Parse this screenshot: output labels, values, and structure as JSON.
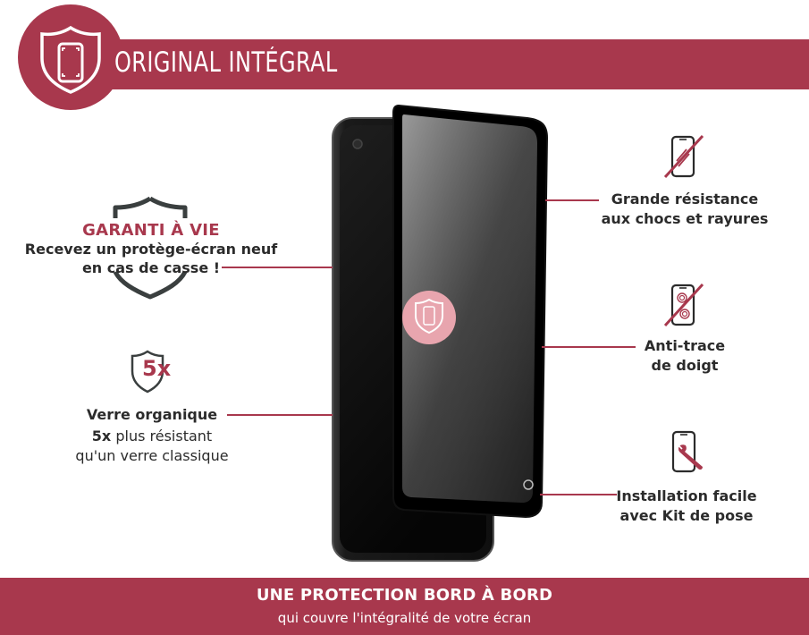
{
  "header": {
    "title": "ORIGINAL INTÉGRAL",
    "icon": "shield-phone-icon"
  },
  "guarantee": {
    "title": "GARANTI À VIE",
    "line1": "Recevez un protège-écran neuf",
    "line2": "en cas de casse !"
  },
  "organic": {
    "badge": "5x",
    "title": "Verre organique",
    "line2_bold": "5x",
    "line2_rest": " plus résistant",
    "line3": "qu'un verre classique"
  },
  "features": [
    {
      "icon": "scratch-phone-icon",
      "line1": "Grande résistance",
      "line2": "aux chocs et rayures"
    },
    {
      "icon": "fingerprint-phone-icon",
      "line1": "Anti-trace",
      "line2": "de doigt"
    },
    {
      "icon": "wrench-phone-icon",
      "line1": "Installation facile",
      "line2": "avec Kit de pose"
    }
  ],
  "footer": {
    "title": "UNE PROTECTION BORD À BORD",
    "subtitle": "qui couvre l'intégralité de votre écran"
  },
  "colors": {
    "brand": "#a8384d",
    "text": "#2b2b2b",
    "shield_outline": "#3a3f3f"
  }
}
